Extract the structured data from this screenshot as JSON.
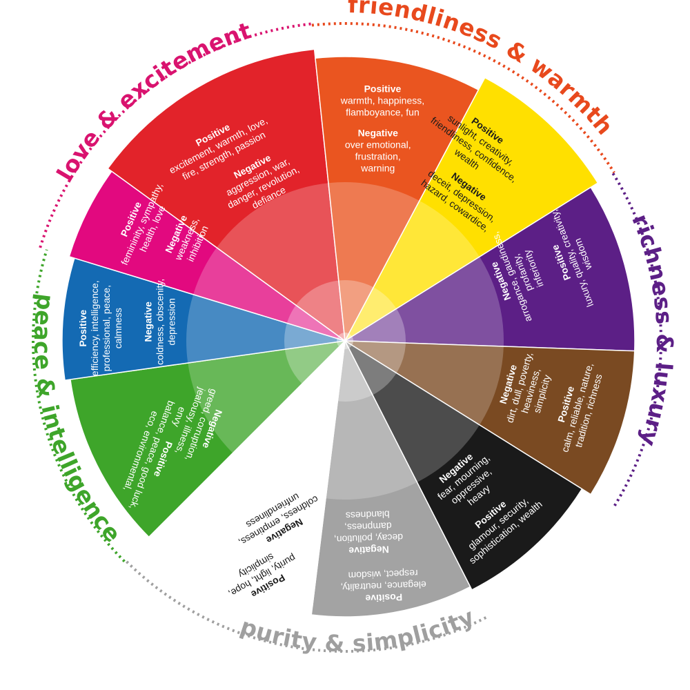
{
  "segments": [
    {
      "id": "red",
      "color": "#e2232a",
      "text_color": "#ffffff",
      "positive_label": "Positive",
      "positive": [
        "excitement, warmth, love,",
        "fire, strength, passion"
      ],
      "negative_label": "Negative",
      "negative": [
        "aggression, war,",
        "danger, revolution,",
        "defiance"
      ]
    },
    {
      "id": "orange",
      "color": "#ea5520",
      "text_color": "#ffffff",
      "positive_label": "Positive",
      "positive": [
        "warmth, happiness,",
        "flamboyance, fun"
      ],
      "negative_label": "Negative",
      "negative": [
        "over emotional,",
        "frustration,",
        "warning"
      ]
    },
    {
      "id": "yellow",
      "color": "#ffe000",
      "text_color": "#1a1a1a",
      "positive_label": "Positive",
      "positive": [
        "sunlight, creativity,",
        "friendliness, confidence,",
        "wealth"
      ],
      "negative_label": "Negative",
      "negative": [
        "deceit, depression,",
        "hazard, cowardice,"
      ]
    },
    {
      "id": "purple",
      "color": "#5c1f86",
      "text_color": "#ffffff",
      "positive_label": "Positive",
      "positive": [
        "luxury, quality, creativity,",
        "wisdom"
      ],
      "negative_label": "Negative",
      "negative": [
        "arrogance, gaudiness,",
        "profanity,",
        "inferiority"
      ]
    },
    {
      "id": "brown",
      "color": "#7a4a22",
      "text_color": "#ffffff",
      "positive_label": "Positive",
      "positive": [
        "calm, reliable, nature,",
        "tradition, richness"
      ],
      "negative_label": "Negative",
      "negative": [
        "dirt, dull, poverty,",
        "heaviness,",
        "simplicity"
      ]
    },
    {
      "id": "black",
      "color": "#1a1a1a",
      "text_color": "#ffffff",
      "positive_label": "Positive",
      "positive": [
        "glamour, security,",
        "sophistication, wealth"
      ],
      "negative_label": "Negative",
      "negative": [
        "fear, mourning,",
        "oppressive,",
        "heavy"
      ]
    },
    {
      "id": "grey",
      "color": "#a3a3a3",
      "text_color": "#ffffff",
      "positive_label": "Positive",
      "positive": [
        "elegance, neutrality,",
        "respect, wisdom"
      ],
      "negative_label": "Negative",
      "negative": [
        "decay, pollution,",
        "dampness,",
        "blandness"
      ]
    },
    {
      "id": "white",
      "color": "#ffffff",
      "text_color": "#1a1a1a",
      "positive_label": "Positive",
      "positive": [
        "purity, light, hope,",
        "simplicity"
      ],
      "negative_label": "Negative",
      "negative": [
        "coldness, emptiness,",
        "unfriendliness"
      ]
    },
    {
      "id": "green",
      "color": "#3ea52a",
      "text_color": "#ffffff",
      "positive_label": "Positive",
      "positive": [
        "balance, peace, good luck,",
        "eco, environmental,"
      ],
      "negative_label": "Negative",
      "negative": [
        "greed, corruption,",
        "jealousy, illness,",
        "envy"
      ]
    },
    {
      "id": "blue",
      "color": "#146ab3",
      "text_color": "#ffffff",
      "positive_label": "Positive",
      "positive": [
        "efficiency, intelligence,",
        "professional, peace,",
        "calmness"
      ],
      "negative_label": "Negative",
      "negative": [
        "coldness, obscenity,",
        "depression"
      ]
    },
    {
      "id": "pink",
      "color": "#e2097f",
      "text_color": "#ffffff",
      "positive_label": "Positive",
      "positive": [
        "femininity, sympathy,",
        "health, love"
      ],
      "negative_label": "Negative",
      "negative": [
        "weakness,",
        "inhibition"
      ]
    }
  ],
  "groups": [
    {
      "id": "friendliness",
      "label": "friendliness & warmth",
      "color": "#e8491d"
    },
    {
      "id": "richness",
      "label": "richness & luxury",
      "color": "#5c1f86"
    },
    {
      "id": "purity",
      "label": "purity & simplicity",
      "color": "#9f9f9f"
    },
    {
      "id": "peace",
      "label": "peace & intelligence",
      "color": "#3ea52a"
    },
    {
      "id": "love",
      "label": "love & excitement",
      "color": "#d9136f"
    }
  ]
}
